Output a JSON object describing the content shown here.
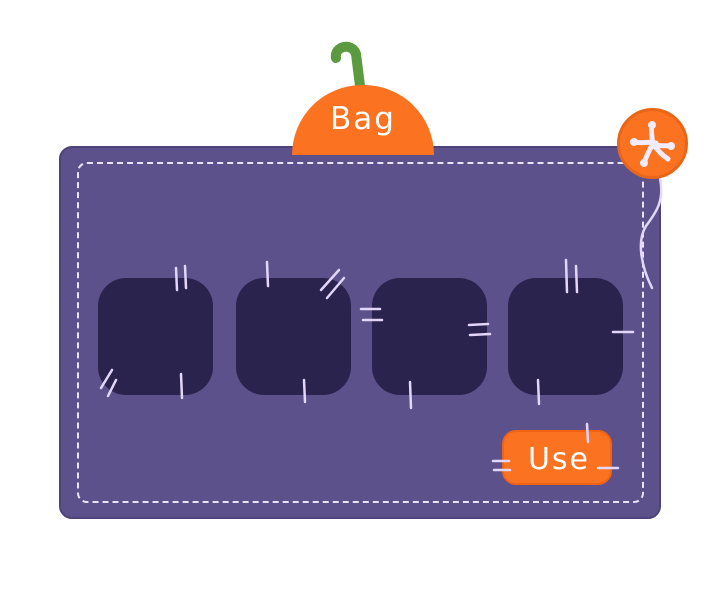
{
  "bag": {
    "tab_label": "Bag",
    "use_label": "Use",
    "slot_count": 4
  },
  "colors": {
    "panel": "#5c518b",
    "slot": "#2a234d",
    "accent": "#fb7221",
    "stem": "#5b9a3e",
    "stitch": "#e3d6fb"
  },
  "icons": {
    "close": "stitched-cross-icon",
    "stem": "pumpkin-stem-icon"
  }
}
